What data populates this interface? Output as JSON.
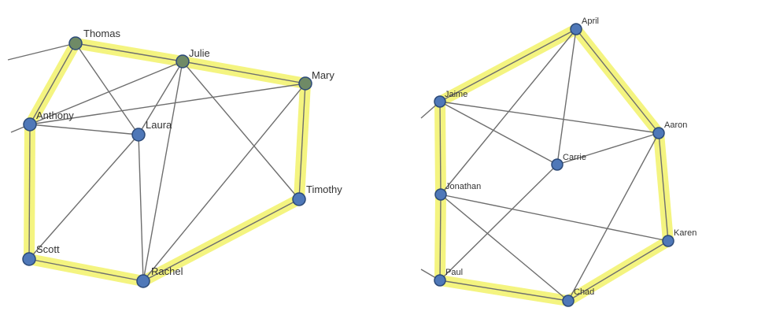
{
  "colors": {
    "edge": "#6e6e6e",
    "highlight": "#f1f160",
    "node_fill": "#4f78b8",
    "node_outline": "#2c4a78",
    "node_tinted": "#6f8a66",
    "label": "#333333"
  },
  "graphs": [
    {
      "nodes": [
        {
          "id": "thomas",
          "label": "Thomas",
          "tinted": true
        },
        {
          "id": "julie",
          "label": "Julie",
          "tinted": true
        },
        {
          "id": "mary",
          "label": "Mary",
          "tinted": true
        },
        {
          "id": "anthony",
          "label": "Anthony",
          "tinted": false
        },
        {
          "id": "laura",
          "label": "Laura",
          "tinted": false
        },
        {
          "id": "timothy",
          "label": "Timothy",
          "tinted": false
        },
        {
          "id": "scott",
          "label": "Scott",
          "tinted": false
        },
        {
          "id": "rachel",
          "label": "Rachel",
          "tinted": false
        }
      ],
      "edges": [
        [
          "thomas",
          "julie"
        ],
        [
          "julie",
          "mary"
        ],
        [
          "mary",
          "timothy"
        ],
        [
          "timothy",
          "rachel"
        ],
        [
          "rachel",
          "scott"
        ],
        [
          "scott",
          "anthony"
        ],
        [
          "anthony",
          "thomas"
        ],
        [
          "thomas",
          "laura"
        ],
        [
          "anthony",
          "julie"
        ],
        [
          "anthony",
          "laura"
        ],
        [
          "anthony",
          "mary"
        ],
        [
          "julie",
          "laura"
        ],
        [
          "julie",
          "rachel"
        ],
        [
          "julie",
          "timothy"
        ],
        [
          "laura",
          "scott"
        ],
        [
          "laura",
          "rachel"
        ],
        [
          "mary",
          "rachel"
        ]
      ],
      "highlighted_cycle": [
        "thomas",
        "julie",
        "mary",
        "timothy",
        "rachel",
        "scott",
        "anthony"
      ],
      "offscreen_edges": [
        "thomas",
        "anthony"
      ]
    },
    {
      "nodes": [
        {
          "id": "april",
          "label": "April",
          "tinted": false
        },
        {
          "id": "jaime",
          "label": "Jaime",
          "tinted": false
        },
        {
          "id": "aaron",
          "label": "Aaron",
          "tinted": false
        },
        {
          "id": "carrie",
          "label": "Carrie",
          "tinted": false
        },
        {
          "id": "jonathan",
          "label": "Jonathan",
          "tinted": false
        },
        {
          "id": "karen",
          "label": "Karen",
          "tinted": false
        },
        {
          "id": "paul",
          "label": "Paul",
          "tinted": false
        },
        {
          "id": "chad",
          "label": "Chad",
          "tinted": false
        }
      ],
      "edges": [
        [
          "april",
          "jaime"
        ],
        [
          "april",
          "aaron"
        ],
        [
          "aaron",
          "karen"
        ],
        [
          "karen",
          "chad"
        ],
        [
          "chad",
          "paul"
        ],
        [
          "paul",
          "jonathan"
        ],
        [
          "jonathan",
          "jaime"
        ],
        [
          "april",
          "carrie"
        ],
        [
          "april",
          "jonathan"
        ],
        [
          "jaime",
          "carrie"
        ],
        [
          "jaime",
          "aaron"
        ],
        [
          "carrie",
          "aaron"
        ],
        [
          "carrie",
          "paul"
        ],
        [
          "jonathan",
          "karen"
        ],
        [
          "jonathan",
          "chad"
        ],
        [
          "aaron",
          "chad"
        ]
      ],
      "highlighted_cycle": [
        "april",
        "aaron",
        "karen",
        "chad",
        "paul",
        "jonathan",
        "jaime"
      ],
      "offscreen_edges": [
        "jaime",
        "paul"
      ]
    }
  ]
}
